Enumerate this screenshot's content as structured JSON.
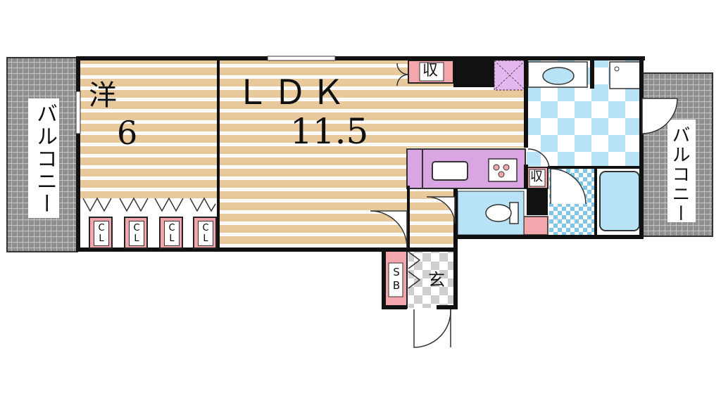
{
  "rooms": {
    "western_room": {
      "label": "洋",
      "size": "6"
    },
    "ldk": {
      "label": "ＬＤＫ",
      "size": "11.5"
    },
    "entrance": {
      "label": "玄"
    }
  },
  "balconies": {
    "left": "バルコニー",
    "right": "バルコニー"
  },
  "storage": {
    "top": "収",
    "small": "収"
  },
  "closets": [
    {
      "line1": "C",
      "line2": "L"
    },
    {
      "line1": "C",
      "line2": "L"
    },
    {
      "line1": "C",
      "line2": "L"
    },
    {
      "line1": "C",
      "line2": "L"
    }
  ],
  "shoe_box": {
    "line1": "S",
    "line2": "B"
  },
  "colors": {
    "floor_wood": "#e8c99b",
    "floor_stripe": "#ffffff",
    "closet_pink": "#f4a6ad",
    "kitchen_purple": "#d9a6e3",
    "bath_blue": "#b8e2f5",
    "balcony_gray": "#9a9a9a",
    "wall": "#111111"
  }
}
